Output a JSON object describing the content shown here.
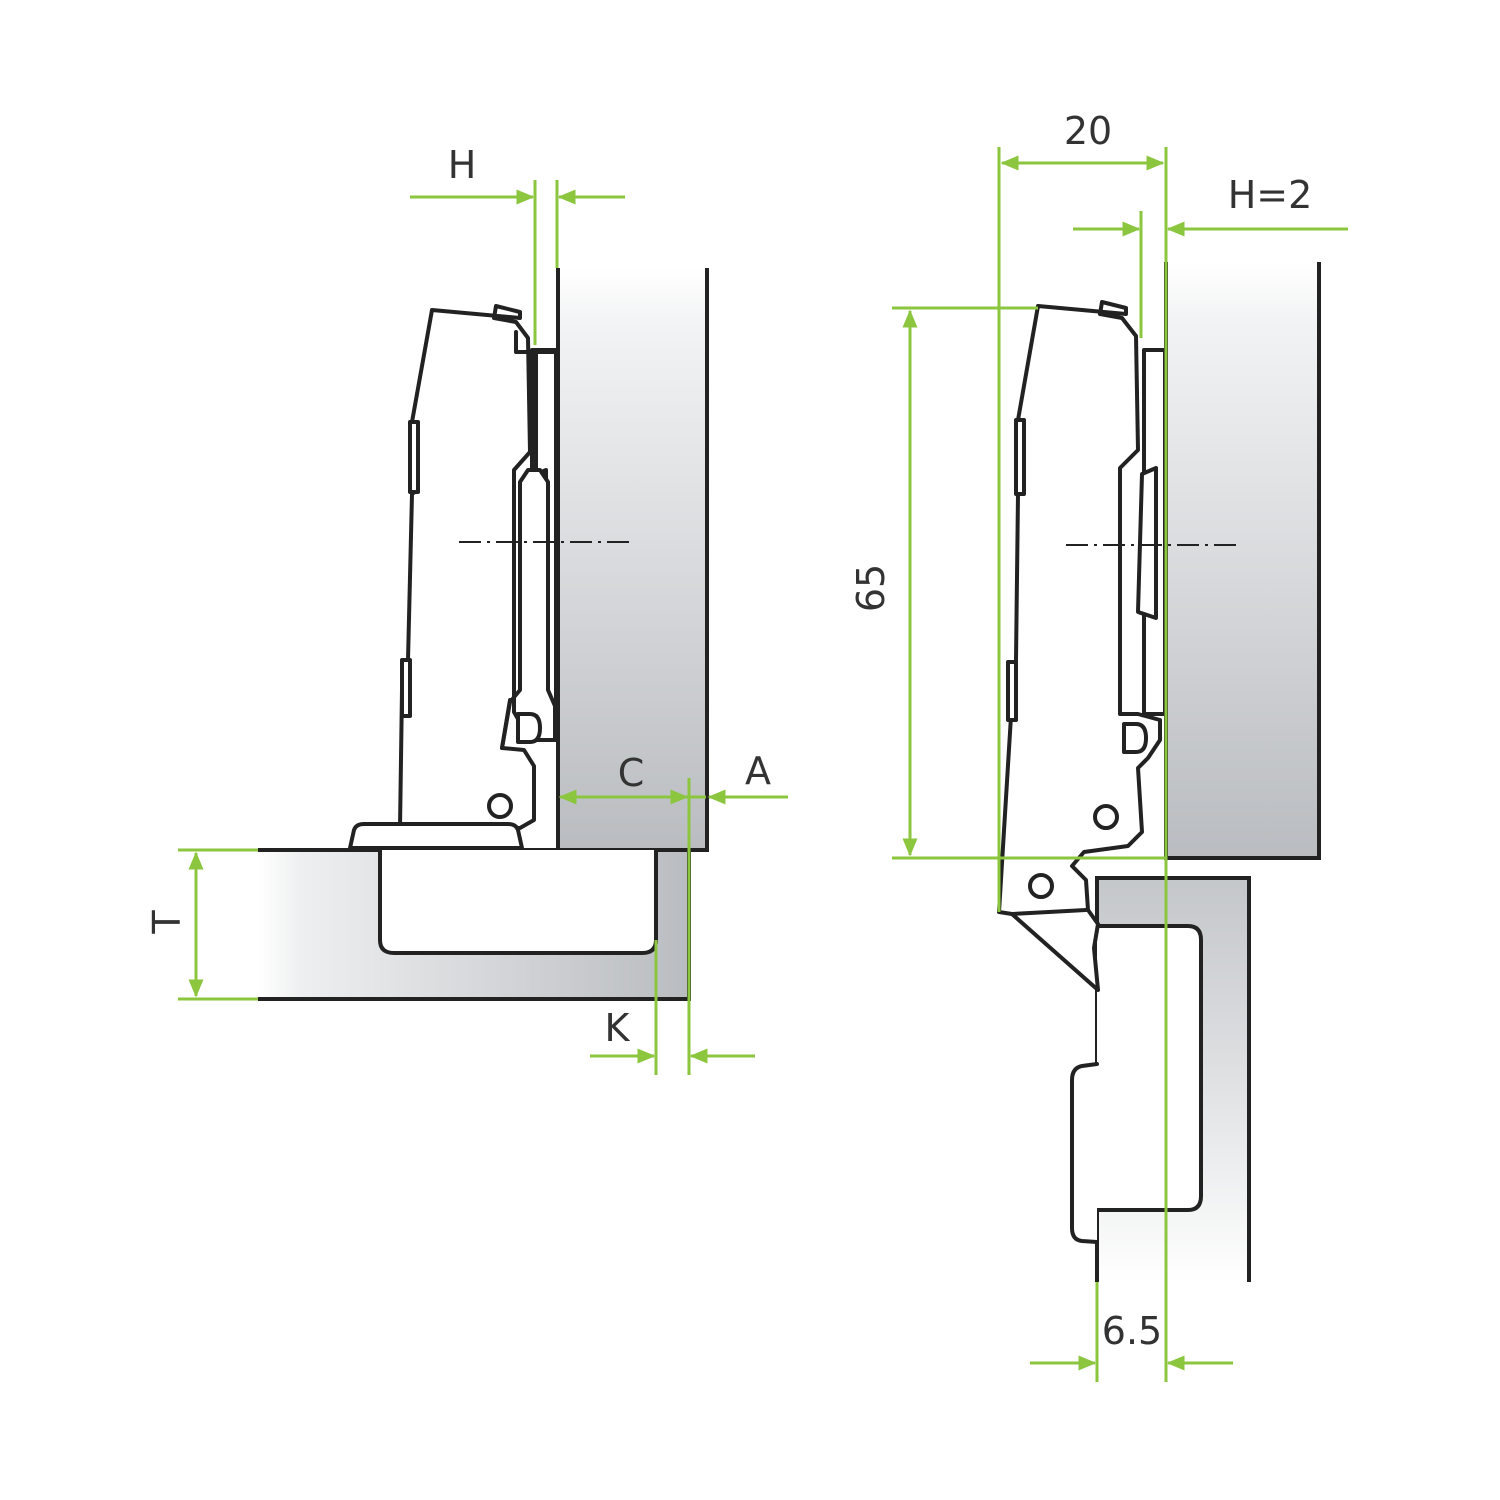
{
  "colors": {
    "dimension": "#8cc63f",
    "outline": "#222222",
    "panel_light": "#f5f6f7",
    "panel_dark": "#b9bcc0"
  },
  "left_diagram": {
    "label_h": "H",
    "label_c": "C",
    "label_a": "A",
    "label_t": "T",
    "label_k": "K"
  },
  "right_diagram": {
    "label_20": "20",
    "label_h2": "H=2",
    "label_65": "65",
    "label_6_5": "6.5"
  }
}
